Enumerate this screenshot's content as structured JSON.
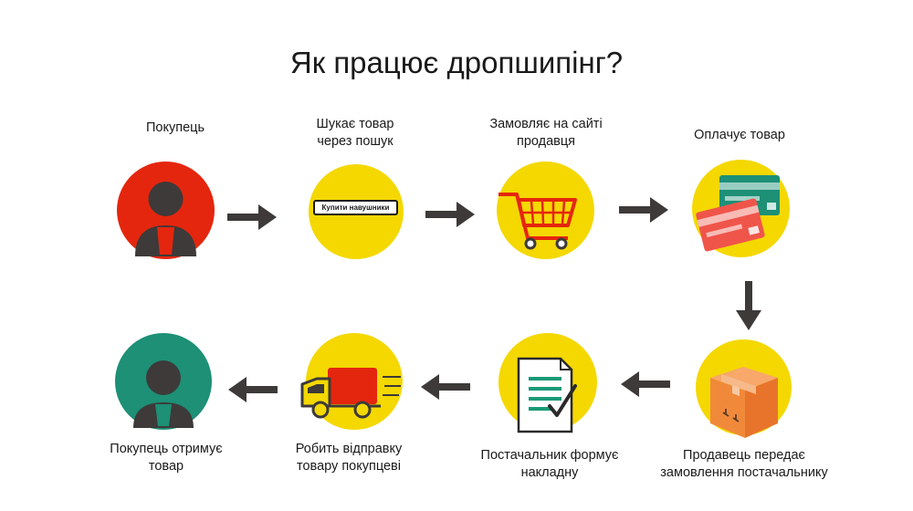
{
  "title": "Як працює дропшипінг?",
  "colors": {
    "yellow": "#f4d800",
    "red": "#e5260e",
    "green": "#1d9076",
    "dark": "#3d3a39",
    "teal": "#1a9a77",
    "card_red": "#f0554a",
    "box_orange": "#f08a3a"
  },
  "steps": [
    {
      "label_line1": "Покупець",
      "label_line2": "",
      "icon": "buyer-icon"
    },
    {
      "label_line1": "Шукає товар",
      "label_line2": "через пошук",
      "icon": "search-bar-icon",
      "search_text": "Купити навушники"
    },
    {
      "label_line1": "Замовляє на сайті",
      "label_line2": "продавця",
      "icon": "shopping-cart-icon"
    },
    {
      "label_line1": "Оплачує товар",
      "label_line2": "",
      "icon": "credit-cards-icon"
    },
    {
      "label_line1": "Продавець передає",
      "label_line2": "замовлення постачальнику",
      "icon": "parcel-box-icon"
    },
    {
      "label_line1": "Постачальник формує",
      "label_line2": "накладну",
      "icon": "invoice-icon"
    },
    {
      "label_line1": "Робить відправку",
      "label_line2": "товару покупцеві",
      "icon": "delivery-truck-icon"
    },
    {
      "label_line1": "Покупець отримує",
      "label_line2": "товар",
      "icon": "buyer-receives-icon"
    }
  ]
}
